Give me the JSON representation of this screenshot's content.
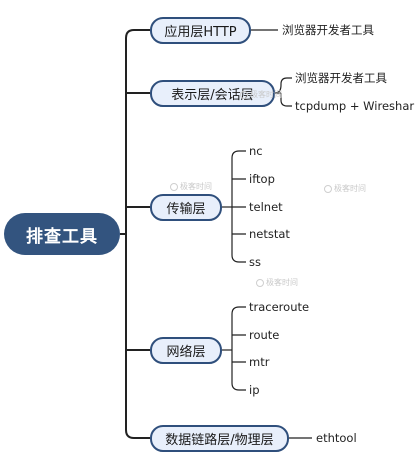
{
  "root": {
    "label": "排查工具"
  },
  "branches": [
    {
      "label": "应用层HTTP",
      "leaves": [
        "浏览器开发者工具"
      ]
    },
    {
      "label": "表示层/会话层",
      "leaves": [
        "浏览器开发者工具",
        "tcpdump + Wireshark"
      ]
    },
    {
      "label": "传输层",
      "leaves": [
        "nc",
        "iftop",
        "telnet",
        "netstat",
        "ss"
      ]
    },
    {
      "label": "网络层",
      "leaves": [
        "traceroute",
        "route",
        "mtr",
        "ip"
      ]
    },
    {
      "label": "数据链路层/物理层",
      "leaves": [
        "ethtool"
      ]
    }
  ],
  "watermark": {
    "text": "极客时间"
  },
  "colors": {
    "line": "#222222",
    "root_fill": "#33547f",
    "branch_fill": "#e8effb",
    "branch_border": "#2f4f7c"
  }
}
